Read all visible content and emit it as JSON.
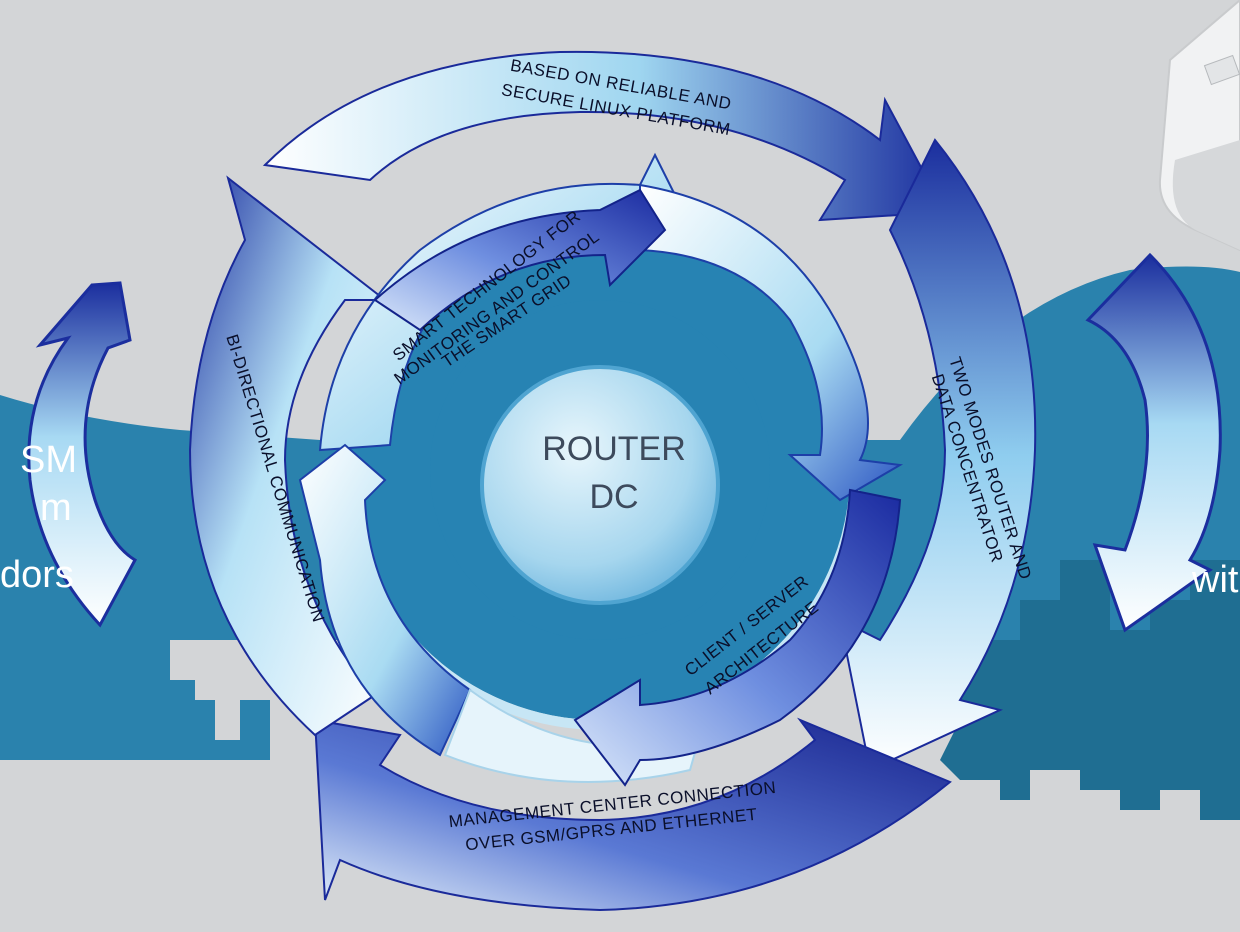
{
  "center": {
    "line1": "ROUTER",
    "line2": "DC"
  },
  "outer_ring": {
    "top_label_line1": "BASED ON RELIABLE AND",
    "top_label_line2": "SECURE LINUX PLATFORM",
    "right_label_line1": "TWO MODES ROUTER AND",
    "right_label_line2": "DATA CONCENTRATOR",
    "bottom_label_line1": "MANAGEMENT CENTER CONNECTION",
    "bottom_label_line2": "OVER GSM/GPRS AND ETHERNET",
    "left_label": "BI-DIRECTIONAL COMMUNICATION"
  },
  "inner_ring": {
    "top_label_line1": "SMART  TECHNOLOGY FOR",
    "top_label_line2": "MONITORING AND CONTROL",
    "top_label_line3": "THE SMART GRID",
    "bottom_label_line1": "CLIENT / SERVER",
    "bottom_label_line2": "ARCHITECTURE"
  },
  "left_partial_text": {
    "line1": "SM",
    "line2": "m",
    "line3": "dors"
  },
  "right_partial_text": {
    "line1": "wit"
  },
  "colors": {
    "background": "#d3d5d7",
    "accent_blue": "#1f7fb2",
    "dark_blue": "#1a2a9a",
    "light_blue": "#dff3fb",
    "skyline": "#2a7fa6"
  }
}
